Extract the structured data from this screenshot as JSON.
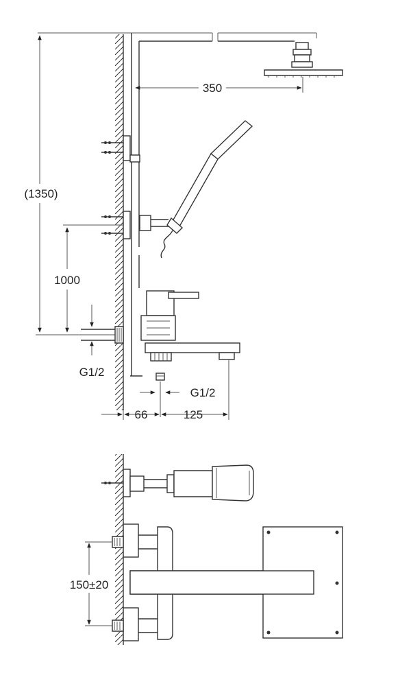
{
  "dimensions": {
    "overall_height": "(1350)",
    "arm_reach": "350",
    "inlet_height": "1000",
    "inlet_thread_left": "G1/2",
    "outlet_thread": "G1/2",
    "wall_offset": "66",
    "spout_reach": "125",
    "inlet_spacing": "150±20"
  }
}
